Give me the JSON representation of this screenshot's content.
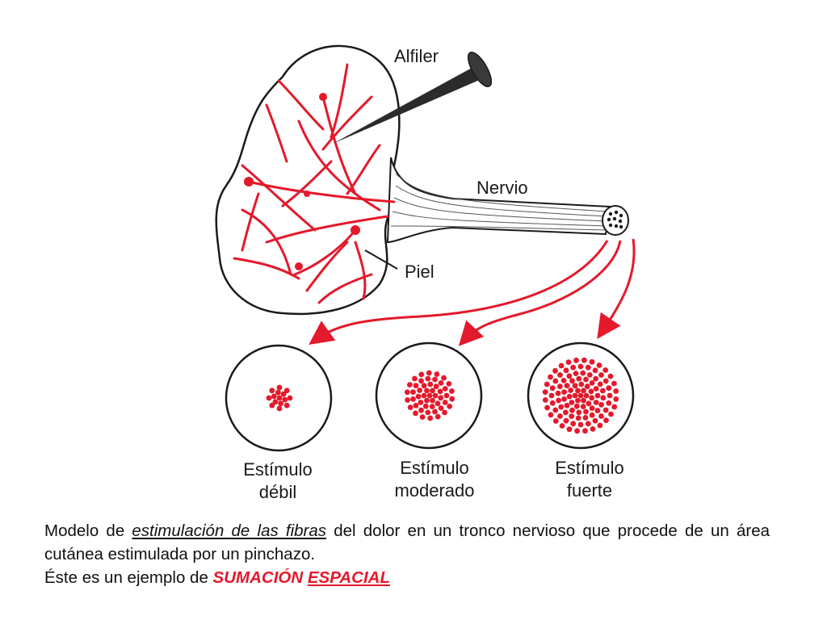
{
  "labels": {
    "pin": "Alfiler",
    "nerve": "Nervio",
    "skin": "Piel"
  },
  "stimuli": [
    {
      "line1": "Estímulo",
      "line2": "débil",
      "intensity": "weak"
    },
    {
      "line1": "Estímulo",
      "line2": "moderado",
      "intensity": "moderate"
    },
    {
      "line1": "Estímulo",
      "line2": "fuerte",
      "intensity": "strong"
    }
  ],
  "caption": {
    "p1_before": "Modelo de ",
    "p1_emph": "estimulación de las fibras",
    "p1_after": " del dolor en un tronco nervioso que procede de un área cutánea estimulada por un pinchazo.",
    "p2_before": "Éste es un ejemplo de ",
    "p2_emph1": "SUMACIÓN",
    "p2_space": " ",
    "p2_emph2": "ESPACIAL"
  },
  "colors": {
    "nerve_red": "#e4192b",
    "ink": "#1a1a1a",
    "pin": "#2b2b2b"
  }
}
